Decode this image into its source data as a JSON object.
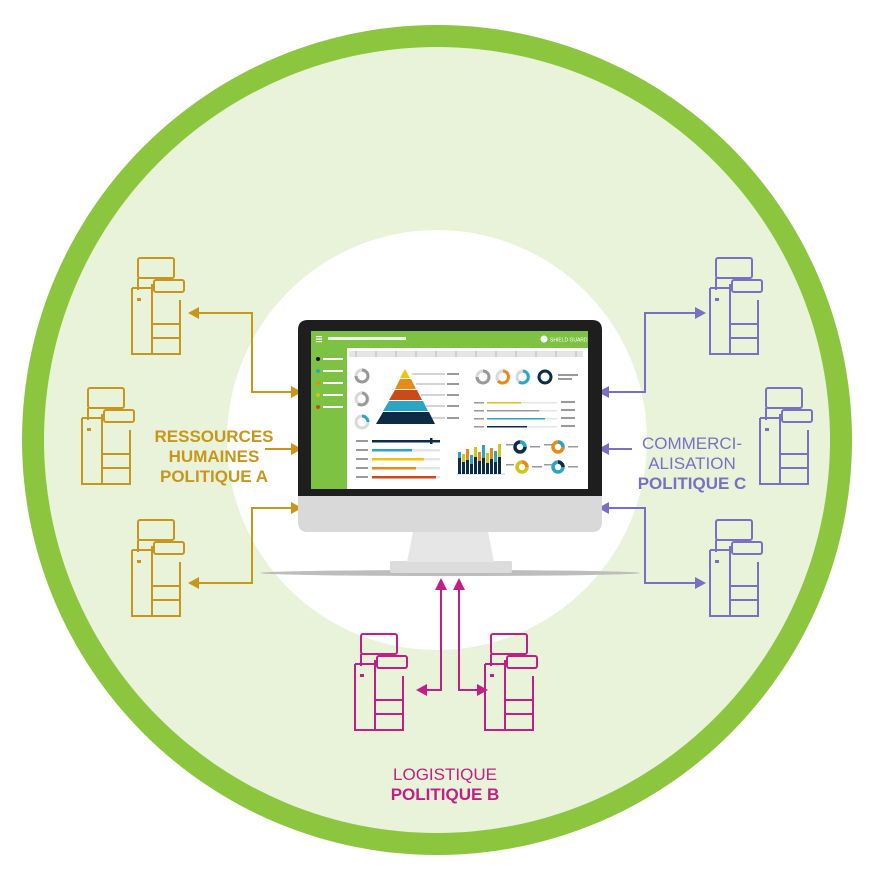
{
  "colors": {
    "ring": "#8cc63f",
    "ring_fill": "#e8f3d9",
    "center_fill": "#ffffff",
    "group_a": "#c7961a",
    "group_b": "#c21f86",
    "group_c": "#7b6fc4",
    "monitor_bezel": "#1e1e1e",
    "monitor_chin": "#d9d9d9",
    "dashboard_green": "#7dc242"
  },
  "icons": {
    "printer": "printer-icon",
    "monitor": "monitor-icon"
  },
  "dashboard": {
    "brand": "SHIELD GUARD"
  },
  "groups": {
    "a": {
      "line1": "RESSOURCES",
      "line2": "HUMAINES",
      "policy": "POLITIQUE A"
    },
    "b": {
      "line1": "LOGISTIQUE",
      "policy": "POLITIQUE B"
    },
    "c": {
      "line1": "COMMERCI-",
      "line2": "ALISATION",
      "policy": "POLITIQUE C"
    }
  }
}
